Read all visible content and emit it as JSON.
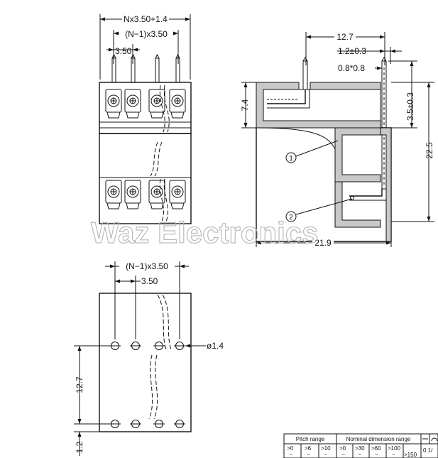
{
  "watermark": "Waz Electronics",
  "top_view": {
    "dim_total": "Nx3.50+1.4",
    "dim_span": "(N−1)x3.50",
    "dim_pitch": "3.50"
  },
  "side_view": {
    "dim_width": "12.7",
    "dim_pin_offset": "1.2±0.3",
    "dim_pin_section": "0.8*0.8",
    "dim_height_upper": "7.4",
    "dim_pin_height": "3.5±0.3",
    "dim_total_height": "22.5",
    "dim_depth": "21.9",
    "callout_1": "1",
    "callout_2": "2"
  },
  "pcb_view": {
    "dim_span": "(N−1)x3.50",
    "dim_pitch": "3.50",
    "dim_hole": "ø1.4",
    "dim_row": "12.7",
    "dim_edge": "1.2"
  },
  "tolerance_table": {
    "header_pitch": "Pitch range",
    "header_nominal": "Nominal dimension range",
    "pitch_cols": [
      ">0",
      ">6",
      ">10"
    ],
    "nominal_cols": [
      ">0",
      ">30",
      ">60",
      ">100"
    ],
    "last_col": ">150",
    "tolerance": "0.1/",
    "tilde": "~"
  }
}
